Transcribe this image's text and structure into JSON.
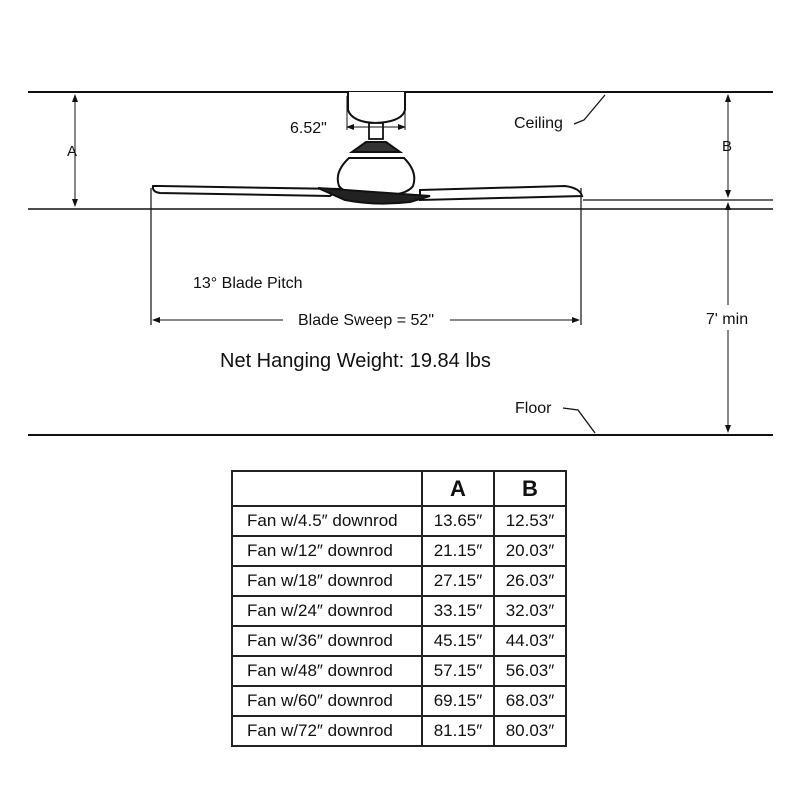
{
  "diagram": {
    "dim_a_label": "A",
    "dim_b_label": "B",
    "canopy_width": "6.52\"",
    "ceiling_label": "Ceiling",
    "floor_label": "Floor",
    "blade_pitch": "13° Blade Pitch",
    "blade_sweep": "Blade Sweep = 52\"",
    "min_height": "7' min",
    "net_weight": "Net Hanging Weight: 19.84 lbs"
  },
  "table": {
    "headers": [
      "",
      "A",
      "B"
    ],
    "rows": [
      {
        "label": "Fan w/4.5″ downrod",
        "a": "13.65″",
        "b": "12.53″"
      },
      {
        "label": "Fan w/12″ downrod",
        "a": "21.15″",
        "b": "20.03″"
      },
      {
        "label": "Fan w/18″ downrod",
        "a": "27.15″",
        "b": "26.03″"
      },
      {
        "label": "Fan w/24″ downrod",
        "a": "33.15″",
        "b": "32.03″"
      },
      {
        "label": "Fan w/36″ downrod",
        "a": "45.15″",
        "b": "44.03″"
      },
      {
        "label": "Fan w/48″ downrod",
        "a": "57.15″",
        "b": "56.03″"
      },
      {
        "label": "Fan w/60″ downrod",
        "a": "69.15″",
        "b": "68.03″"
      },
      {
        "label": "Fan w/72″ downrod",
        "a": "81.15″",
        "b": "80.03″"
      }
    ]
  }
}
